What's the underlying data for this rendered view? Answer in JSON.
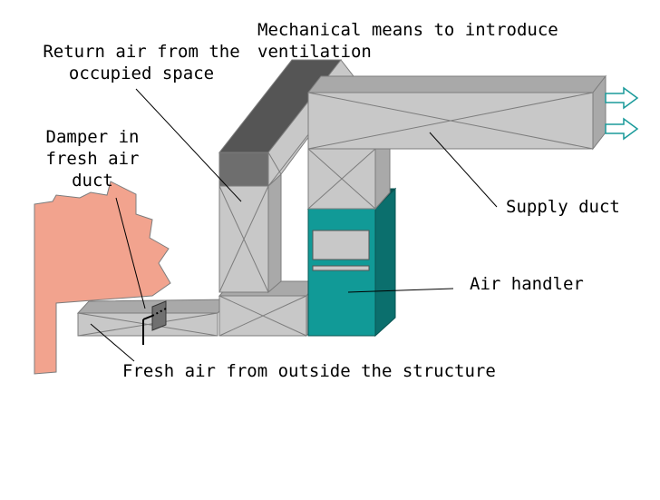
{
  "labels": {
    "mechanical": "Mechanical means to introduce\nventilation",
    "return_air": "Return air from the\noccupied space",
    "damper": "Damper in\nfresh air\nduct",
    "supply_duct": "Supply duct",
    "air_handler": "Air handler",
    "fresh_air": "Fresh air from outside the structure"
  },
  "colors": {
    "wall": "#f2a38e",
    "duct": "#c8c8c8",
    "duct_dark": "#a9a9a9",
    "duct_edge": "#7d7d7d",
    "return_top": "#555555",
    "return_stack_top": "#6e6e6e",
    "handler_front": "#119a97",
    "handler_side": "#0b6f6d",
    "handler_top": "#0a5553",
    "panel": "#c8c8c8",
    "damper": "#707070",
    "arrow_fill": "#ffffff",
    "arrow_stroke": "#1a9a9a"
  },
  "icons": [
    "supply-outlet-arrow-icon",
    "supply-outlet-arrow-icon"
  ]
}
